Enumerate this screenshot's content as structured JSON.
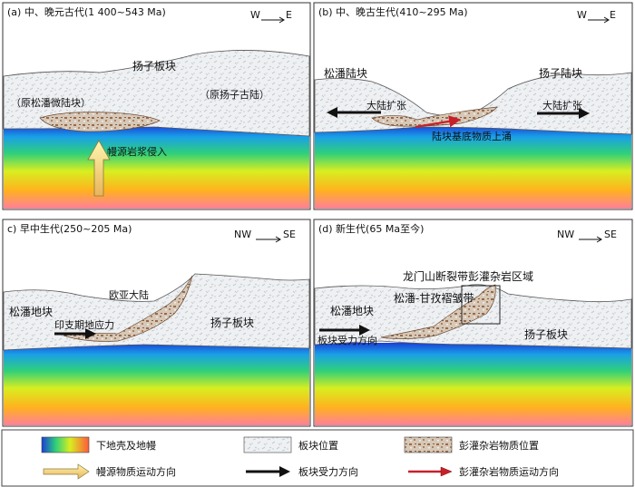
{
  "panels": [
    {
      "id": "a",
      "title": "(a) 中、晚元古代(1 400~543 Ma)",
      "dir_left": "W",
      "dir_right": "E",
      "labels": {
        "plate": "扬子板块",
        "left_block": "（原松潘微陆块）",
        "right_block": "（原扬子古陆）",
        "magma": "幔源岩浆侵入"
      }
    },
    {
      "id": "b",
      "title": "(b) 中、晚古生代(410~295 Ma)",
      "dir_left": "W",
      "dir_right": "E",
      "labels": {
        "left_block": "松潘陆块",
        "right_block": "扬子陆块",
        "left_extension": "大陆扩张",
        "right_extension": "大陆扩张",
        "upwelling": "陆块基底物质上涌"
      }
    },
    {
      "id": "c",
      "title": "c) 早中生代(250~205 Ma)",
      "dir_left": "NW",
      "dir_right": "SE",
      "labels": {
        "eurasia": "欧亚大陆",
        "left_block": "松潘地块",
        "stress": "印支期地应力",
        "right_block": "扬子板块"
      }
    },
    {
      "id": "d",
      "title": "(d) 新生代(65 Ma至今)",
      "dir_left": "NW",
      "dir_right": "SE",
      "labels": {
        "region": "龙门山断裂带彭灌杂岩区域",
        "fold_belt": "松潘-甘孜褶皱带",
        "left_block": "松潘地块",
        "force_dir": "板块受力方向",
        "right_block": "扬子板块"
      }
    }
  ],
  "legend": [
    {
      "key": "mantle",
      "label": "下地壳及地幔"
    },
    {
      "key": "plate",
      "label": "板块位置"
    },
    {
      "key": "complex",
      "label": "彭灌杂岩物质位置"
    },
    {
      "key": "magma_arrow",
      "label": "幔源物质运动方向"
    },
    {
      "key": "force_arrow",
      "label": "板块受力方向"
    },
    {
      "key": "complex_arrow",
      "label": "彭灌杂岩物质运动方向"
    }
  ],
  "colors": {
    "plate_fill": "#eef0f2",
    "complex_fill": "#c8b7a6",
    "mantle_top": "#1b3fd6",
    "mantle_bottom": "#ff7f9a",
    "magma_arrow": "#efe07a",
    "force_arrow": "#111111",
    "complex_arrow": "#c8202a"
  }
}
